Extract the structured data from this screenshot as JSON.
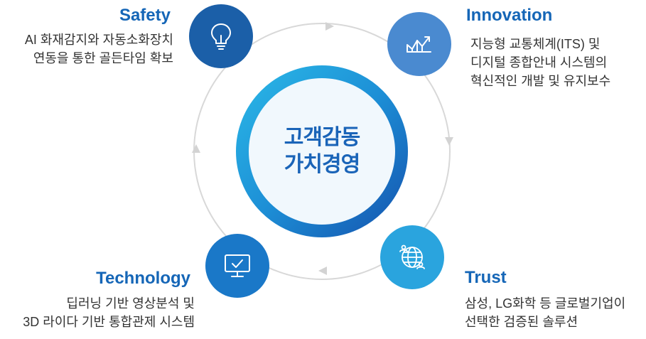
{
  "center": {
    "lines": [
      "고객감동",
      "가치경영"
    ]
  },
  "colors": {
    "accent": "#1566b7",
    "text": "#333333",
    "orbit": "#d8d8d8",
    "node_safety": "#1b5fa8",
    "node_innovation": "#4a8ad0",
    "node_trust": "#2aa4de",
    "node_technology": "#1a78c8"
  },
  "nodes": [
    {
      "id": "safety",
      "icon": "lightbulb-icon",
      "title": "Safety",
      "lines": [
        "AI 화재감지와 자동소화장치",
        "연동을 통한 골든타임 확보"
      ]
    },
    {
      "id": "innovation",
      "icon": "growth-chart-icon",
      "title": "Innovation",
      "lines": [
        "지능형 교통체계(ITS) 및",
        "디지털 종합안내 시스템의",
        "혁신적인 개발 및 유지보수"
      ]
    },
    {
      "id": "trust",
      "icon": "globe-users-icon",
      "title": "Trust",
      "lines": [
        "삼성, LG화학 등 글로벌기업이",
        "선택한 검증된 솔루션"
      ]
    },
    {
      "id": "technology",
      "icon": "monitor-check-icon",
      "title": "Technology",
      "lines": [
        "딥러닝 기반 영상분석 및",
        "3D 라이다 기반 통합관제 시스템"
      ]
    }
  ]
}
